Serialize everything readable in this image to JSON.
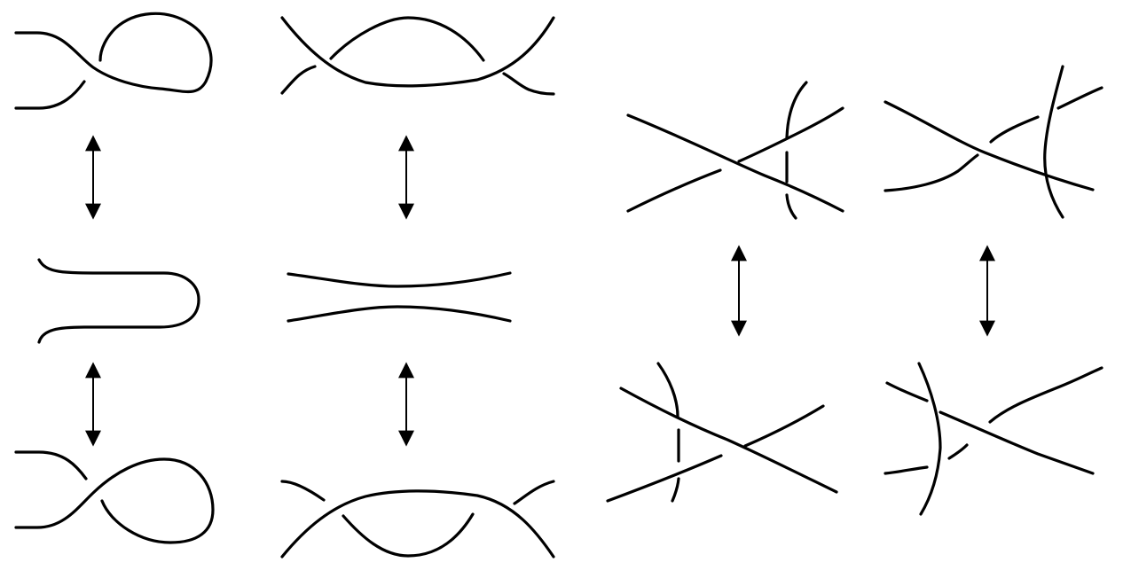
{
  "figure": {
    "description_text": "",
    "colors": {
      "stroke": "#000000",
      "background": "#ffffff"
    },
    "panels": [
      {
        "id": "reidemeister-1",
        "states": 3
      },
      {
        "id": "reidemeister-2",
        "states": 3
      },
      {
        "id": "reidemeister-3a",
        "states": 2
      },
      {
        "id": "reidemeister-3b",
        "states": 2
      }
    ],
    "arrow_type": "double-headed"
  }
}
